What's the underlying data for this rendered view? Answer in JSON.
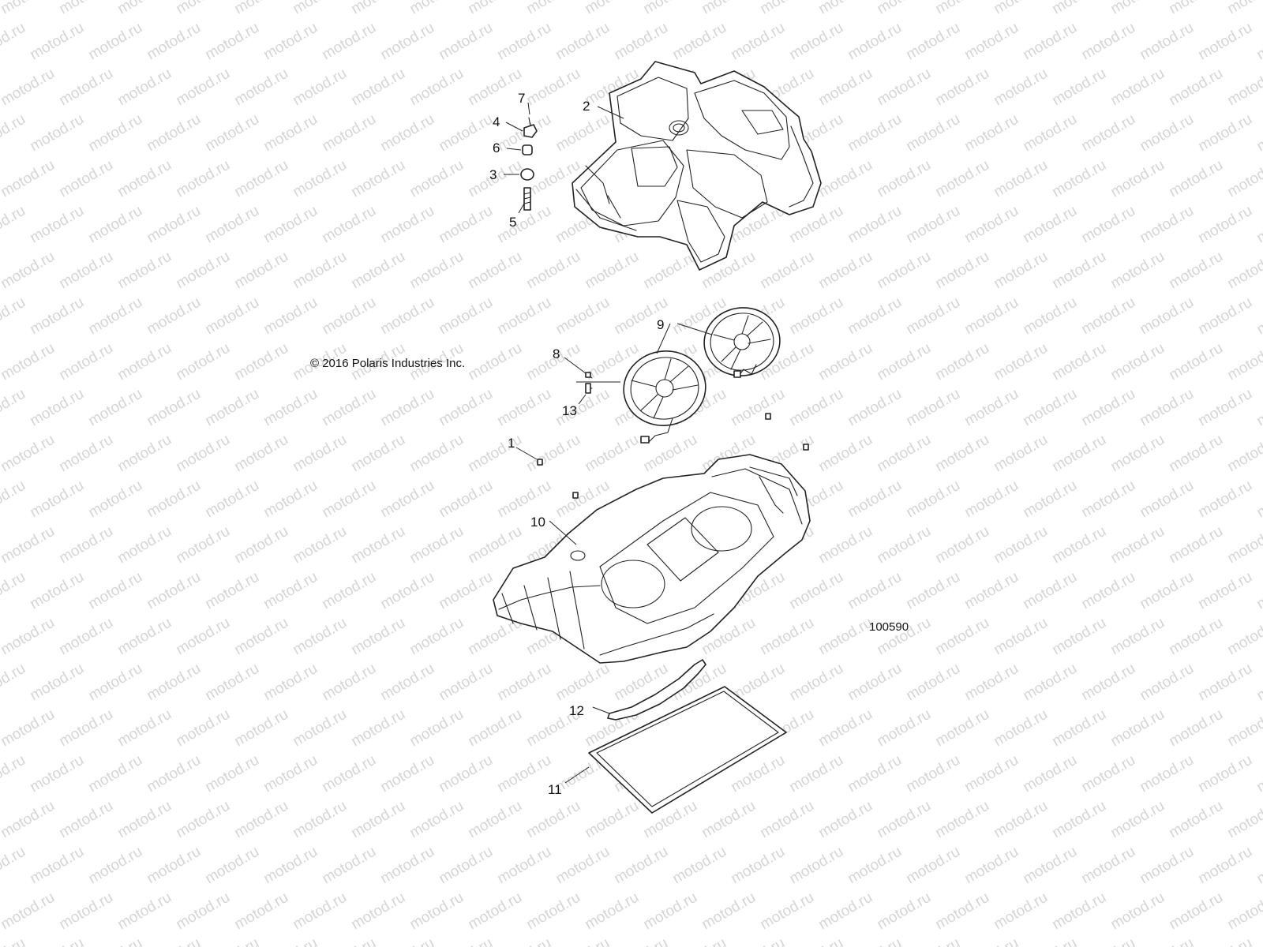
{
  "watermark_text": "motod.ru",
  "copyright": "© 2016 Polaris Industries Inc.",
  "figure_number": "100590",
  "callouts": [
    {
      "id": "c1",
      "label": "1"
    },
    {
      "id": "c2",
      "label": "2"
    },
    {
      "id": "c3",
      "label": "3"
    },
    {
      "id": "c4",
      "label": "4"
    },
    {
      "id": "c5",
      "label": "5"
    },
    {
      "id": "c6",
      "label": "6"
    },
    {
      "id": "c7",
      "label": "7"
    },
    {
      "id": "c8",
      "label": "8"
    },
    {
      "id": "c9",
      "label": "9"
    },
    {
      "id": "c10",
      "label": "10"
    },
    {
      "id": "c11",
      "label": "11"
    },
    {
      "id": "c12",
      "label": "12"
    },
    {
      "id": "c13",
      "label": "13"
    }
  ]
}
